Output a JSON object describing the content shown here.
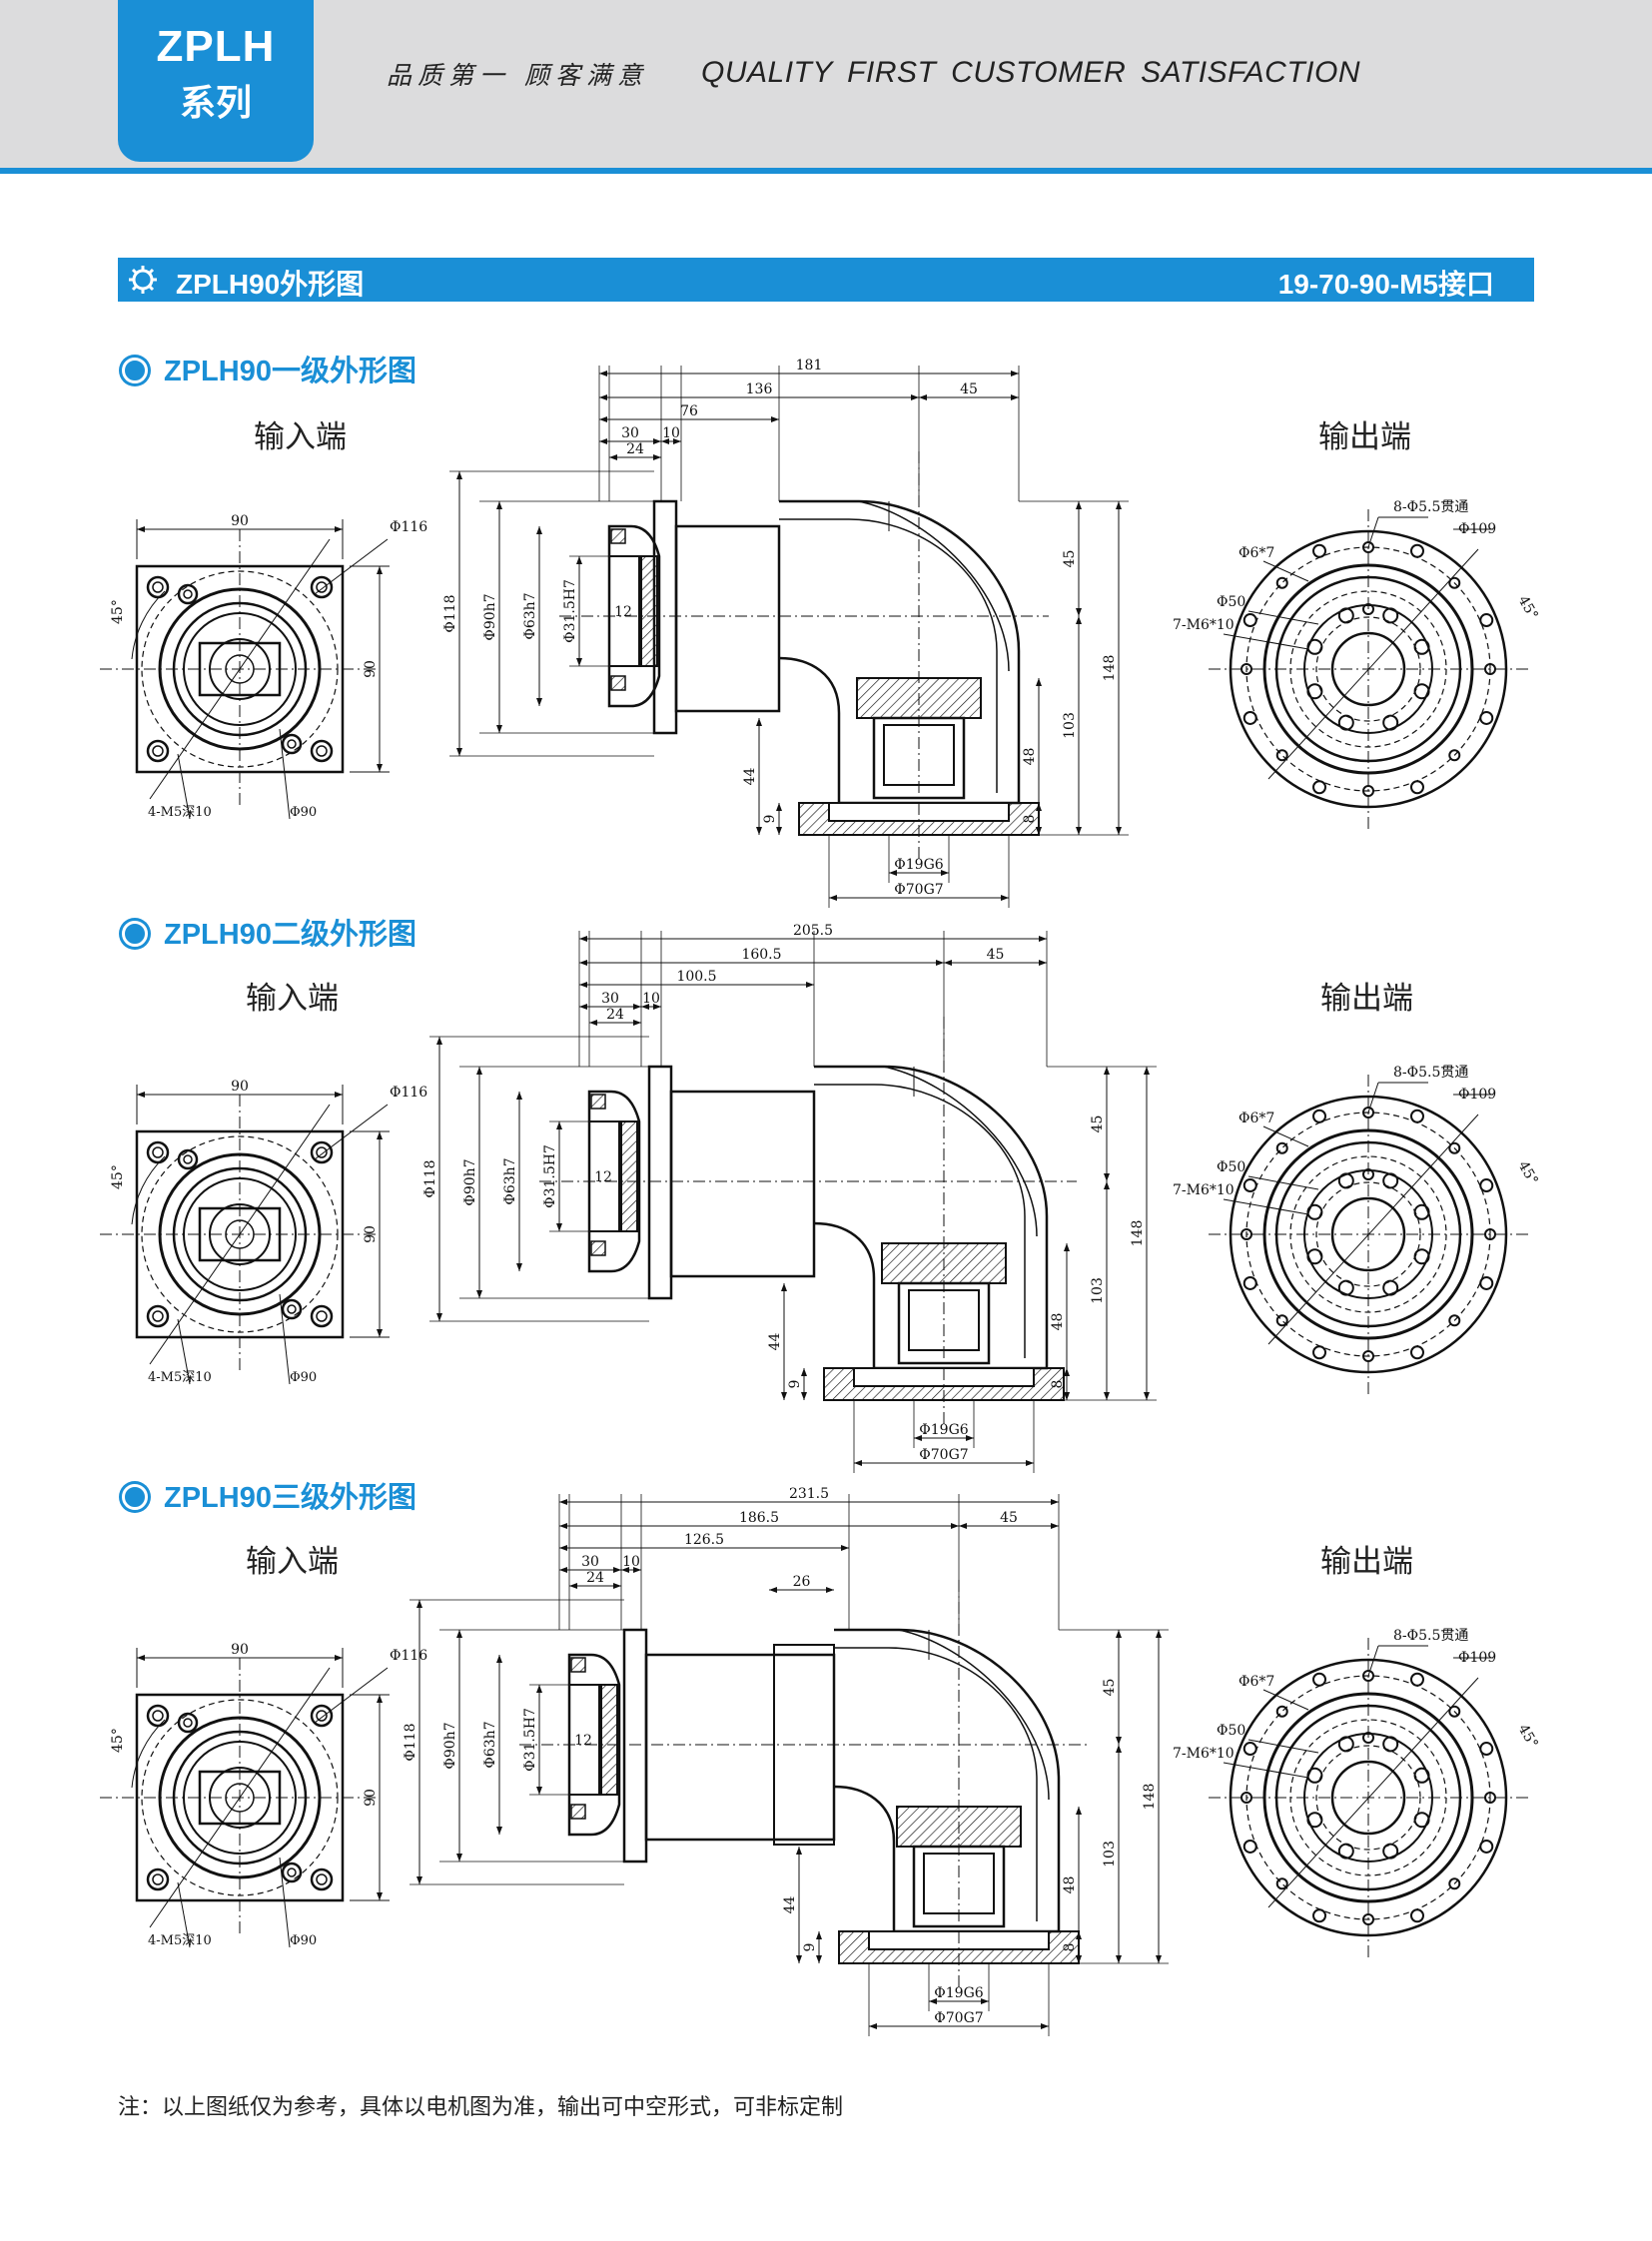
{
  "header": {
    "series_line1": "ZPLH",
    "series_line2": "系列",
    "slogan_cn": "品质第一 顾客满意",
    "slogan_en": "QUALITY FIRST  CUSTOMER SATISFACTION"
  },
  "title_bar": {
    "title": "ZPLH90外形图",
    "interface": "19-70-90-M5接口"
  },
  "stages": [
    {
      "title": "ZPLH90一级外形图",
      "input_label": "输入端",
      "output_label": "输出端",
      "dims": {
        "total": "181",
        "mid": "136",
        "right": "45",
        "a": "76",
        "b": "30",
        "c": "10",
        "d": "24",
        "d118": "Φ118",
        "d90h7": "Φ90h7",
        "d63h7": "Φ63h7",
        "d315h7": "Φ31.5H7",
        "w12": "12",
        "h45": "45",
        "h148": "148",
        "h103": "103",
        "h48": "48",
        "h44": "44",
        "h9": "9",
        "h8": "8",
        "d19g6": "Φ19G6",
        "d70g7": "Φ70G7",
        "in_90": "90",
        "in_116": "Φ116",
        "in_90v": "90",
        "in_45": "45°",
        "in_m5": "4-M5深10",
        "in_d90": "Φ90",
        "out_holes": "8-Φ5.5贯通",
        "out_109": "Φ109",
        "out_67": "Φ6*7",
        "out_50": "Φ50",
        "out_m6": "7-M6*10",
        "out_45": "45°"
      }
    },
    {
      "title": "ZPLH90二级外形图",
      "input_label": "输入端",
      "output_label": "输出端",
      "dims": {
        "total": "205.5",
        "mid": "160.5",
        "right": "45",
        "a": "100.5",
        "b": "30",
        "c": "10",
        "d": "24",
        "d118": "Φ118",
        "d90h7": "Φ90h7",
        "d63h7": "Φ63h7",
        "d315h7": "Φ31.5H7",
        "w12": "12",
        "h45": "45",
        "h148": "148",
        "h103": "103",
        "h48": "48",
        "h44": "44",
        "h9": "9",
        "h8": "8",
        "d19g6": "Φ19G6",
        "d70g7": "Φ70G7",
        "in_90": "90",
        "in_116": "Φ116",
        "in_90v": "90",
        "in_45": "45°",
        "in_m5": "4-M5深10",
        "in_d90": "Φ90",
        "out_holes": "8-Φ5.5贯通",
        "out_109": "Φ109",
        "out_67": "Φ6*7",
        "out_50": "Φ50",
        "out_m6": "7-M6*10",
        "out_45": "45°"
      }
    },
    {
      "title": "ZPLH90三级外形图",
      "input_label": "输入端",
      "output_label": "输出端",
      "dims": {
        "total": "231.5",
        "mid": "186.5",
        "right": "45",
        "a": "126.5",
        "b": "30",
        "c": "10",
        "d": "24",
        "e": "26",
        "d118": "Φ118",
        "d90h7": "Φ90h7",
        "d63h7": "Φ63h7",
        "d315h7": "Φ31.5H7",
        "w12": "12",
        "h45": "45",
        "h148": "148",
        "h103": "103",
        "h48": "48",
        "h44": "44",
        "h9": "9",
        "h8": "8",
        "d19g6": "Φ19G6",
        "d70g7": "Φ70G7",
        "in_90": "90",
        "in_116": "Φ116",
        "in_90v": "90",
        "in_45": "45°",
        "in_m5": "4-M5深10",
        "in_d90": "Φ90",
        "out_holes": "8-Φ5.5贯通",
        "out_109": "Φ109",
        "out_67": "Φ6*7",
        "out_50": "Φ50",
        "out_m6": "7-M6*10",
        "out_45": "45°"
      }
    }
  ],
  "note": "注：以上图纸仅为参考，具体以电机图为准，输出可中空形式，可非标定制",
  "colors": {
    "brand_blue": "#1a8fd6",
    "header_gray": "#dcdcdd"
  }
}
